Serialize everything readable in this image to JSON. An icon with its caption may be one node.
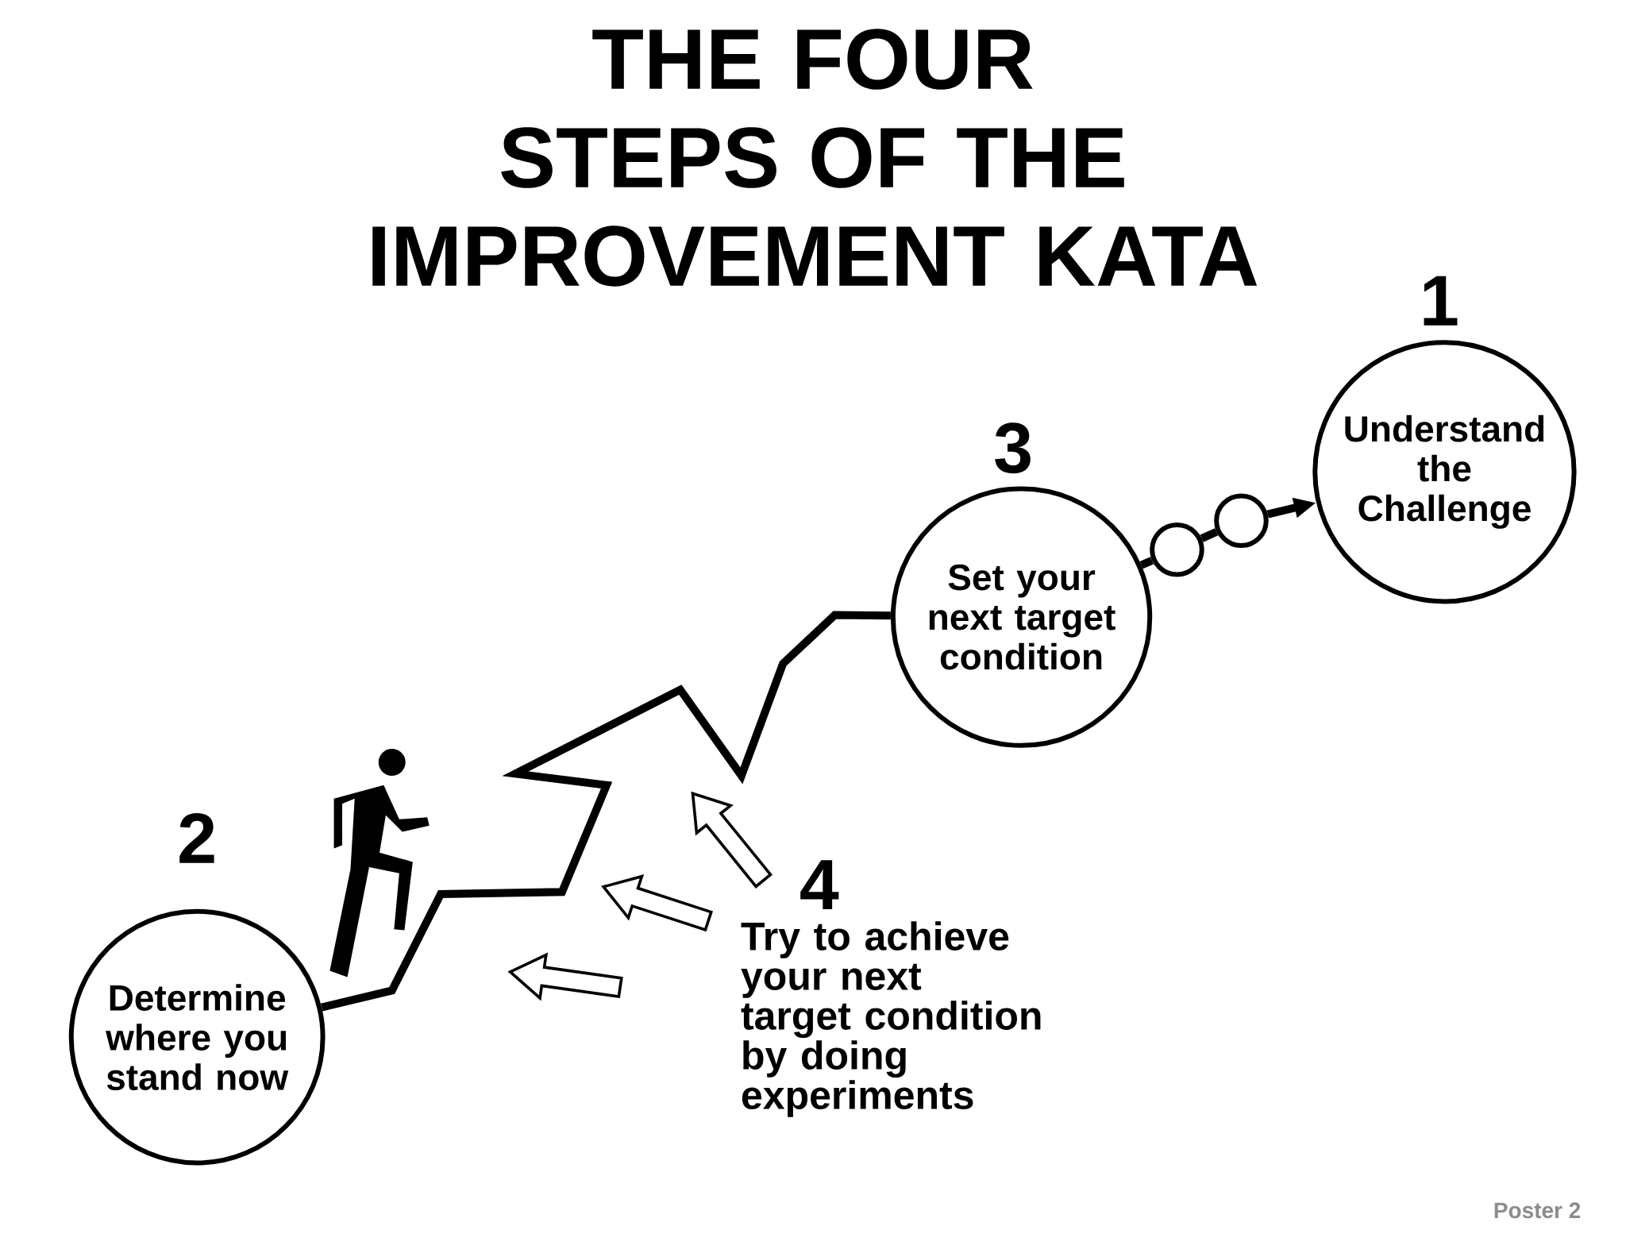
{
  "diagram": {
    "title": "THE FOUR STEPS OF THE IMPROVEMENT KATA",
    "nodes": [
      {
        "text": [
          "1",
          "Understand the Challenge"
        ]
      },
      {
        "text": [
          "3",
          "Set your next target condition"
        ]
      },
      {
        "text": [],
        "shape": "circle"
      },
      {
        "text": [],
        "shape": "circle"
      },
      {
        "text": [
          "2",
          "Determine where you stand now"
        ]
      }
    ],
    "edges": [
      {
        "from": 4,
        "to": 1,
        "arrow": "none"
      },
      {
        "from": 1,
        "to": 2,
        "arrow": "none"
      },
      {
        "from": 2,
        "to": 3,
        "arrow": "none"
      },
      {
        "from": 3,
        "to": 0,
        "arrow": "to"
      }
    ],
    "labels": [
      "4",
      "Try to achieve your next target condition by doing experiments",
      "Poster 2"
    ]
  }
}
